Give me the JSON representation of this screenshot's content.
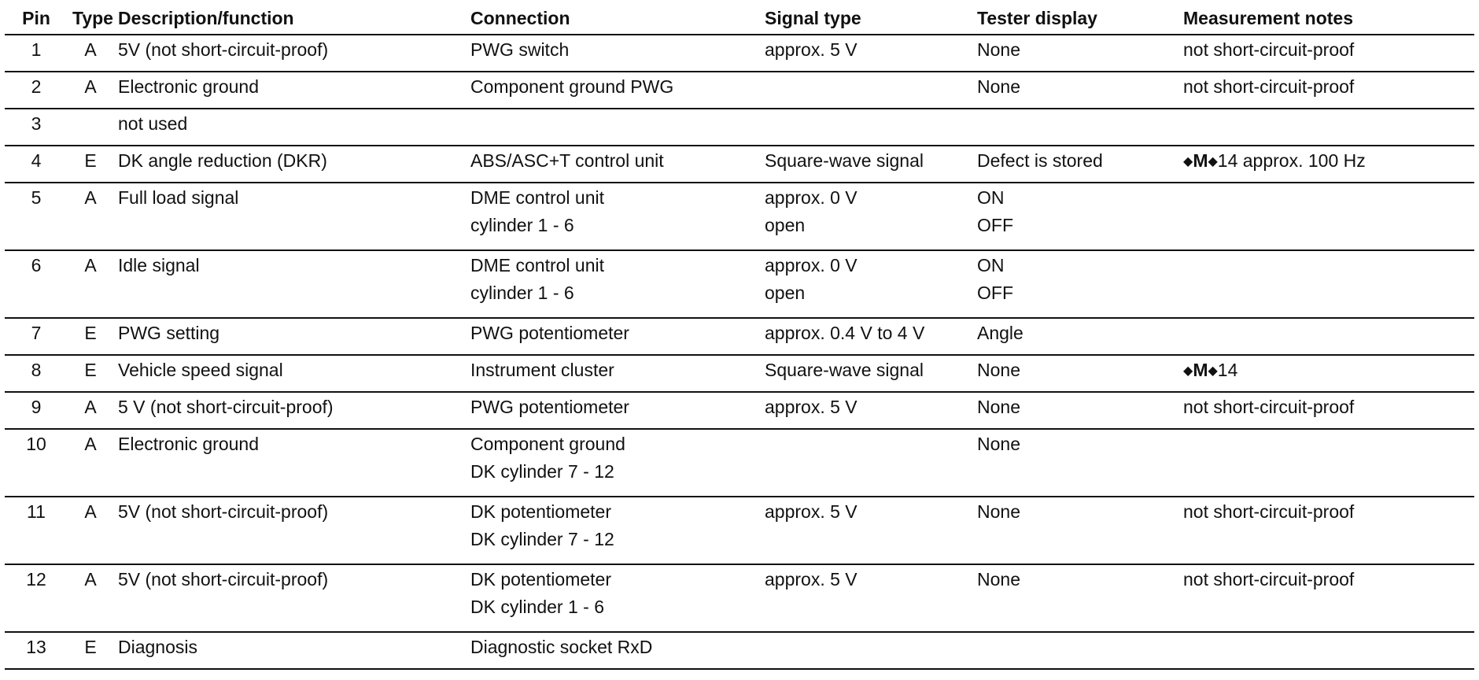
{
  "headers": {
    "pin": "Pin",
    "type": "Type",
    "description": "Description/function",
    "connection": "Connection",
    "signal_type": "Signal type",
    "tester_display": "Tester display",
    "measurement_notes": "Measurement notes"
  },
  "rows": [
    {
      "pin": "1",
      "type": "A",
      "description": "5V (not short-circuit-proof)",
      "connection": [
        "PWG switch"
      ],
      "signal": [
        "approx. 5 V"
      ],
      "tester": [
        "None"
      ],
      "notes": "not short-circuit-proof"
    },
    {
      "pin": "2",
      "type": "A",
      "description": "Electronic ground",
      "connection": [
        "Component ground PWG"
      ],
      "signal": [
        ""
      ],
      "tester": [
        "None"
      ],
      "notes": "not short-circuit-proof"
    },
    {
      "pin": "3",
      "type": "",
      "description": "not used",
      "connection": [
        ""
      ],
      "signal": [
        ""
      ],
      "tester": [
        ""
      ],
      "notes": ""
    },
    {
      "pin": "4",
      "type": "E",
      "description": "DK angle reduction (DKR)",
      "connection": [
        "ABS/ASC+T control unit"
      ],
      "signal": [
        "Square-wave signal"
      ],
      "tester": [
        "Defect is stored"
      ],
      "notes": "14 approx. 100 Hz",
      "notes_marker": "M"
    },
    {
      "pin": "5",
      "type": "A",
      "description": "Full load signal",
      "connection": [
        "DME control unit",
        "cylinder 1 - 6"
      ],
      "signal": [
        "approx. 0 V",
        "open"
      ],
      "tester": [
        "ON",
        "OFF"
      ],
      "notes": ""
    },
    {
      "pin": "6",
      "type": "A",
      "description": "Idle signal",
      "connection": [
        "DME control unit",
        "cylinder 1 - 6"
      ],
      "signal": [
        "approx. 0 V",
        "open"
      ],
      "tester": [
        "ON",
        "OFF"
      ],
      "notes": ""
    },
    {
      "pin": "7",
      "type": "E",
      "description": "PWG setting",
      "connection": [
        "PWG potentiometer"
      ],
      "signal": [
        "approx. 0.4 V to 4 V"
      ],
      "tester": [
        "Angle"
      ],
      "notes": ""
    },
    {
      "pin": "8",
      "type": "E",
      "description": "Vehicle speed signal",
      "connection": [
        "Instrument cluster"
      ],
      "signal": [
        "Square-wave signal"
      ],
      "tester": [
        "None"
      ],
      "notes": "14",
      "notes_marker": "M"
    },
    {
      "pin": "9",
      "type": "A",
      "description": "5 V (not short-circuit-proof)",
      "connection": [
        "PWG potentiometer"
      ],
      "signal": [
        "approx. 5 V"
      ],
      "tester": [
        "None"
      ],
      "notes": "not short-circuit-proof"
    },
    {
      "pin": "10",
      "type": "A",
      "description": "Electronic ground",
      "connection": [
        "Component ground",
        "DK cylinder 7 - 12"
      ],
      "signal": [
        ""
      ],
      "tester": [
        "None"
      ],
      "notes": ""
    },
    {
      "pin": "11",
      "type": "A",
      "description": "5V (not short-circuit-proof)",
      "connection": [
        "DK potentiometer",
        "DK cylinder 7 - 12"
      ],
      "signal": [
        "approx. 5 V"
      ],
      "tester": [
        "None"
      ],
      "notes": "not short-circuit-proof"
    },
    {
      "pin": "12",
      "type": "A",
      "description": "5V (not short-circuit-proof)",
      "connection": [
        "DK potentiometer",
        "DK cylinder 1 - 6"
      ],
      "signal": [
        "approx. 5 V"
      ],
      "tester": [
        "None"
      ],
      "notes": "not short-circuit-proof"
    },
    {
      "pin": "13",
      "type": "E",
      "description": "Diagnosis",
      "connection": [
        "Diagnostic socket RxD"
      ],
      "signal": [
        ""
      ],
      "tester": [
        ""
      ],
      "notes": ""
    }
  ]
}
